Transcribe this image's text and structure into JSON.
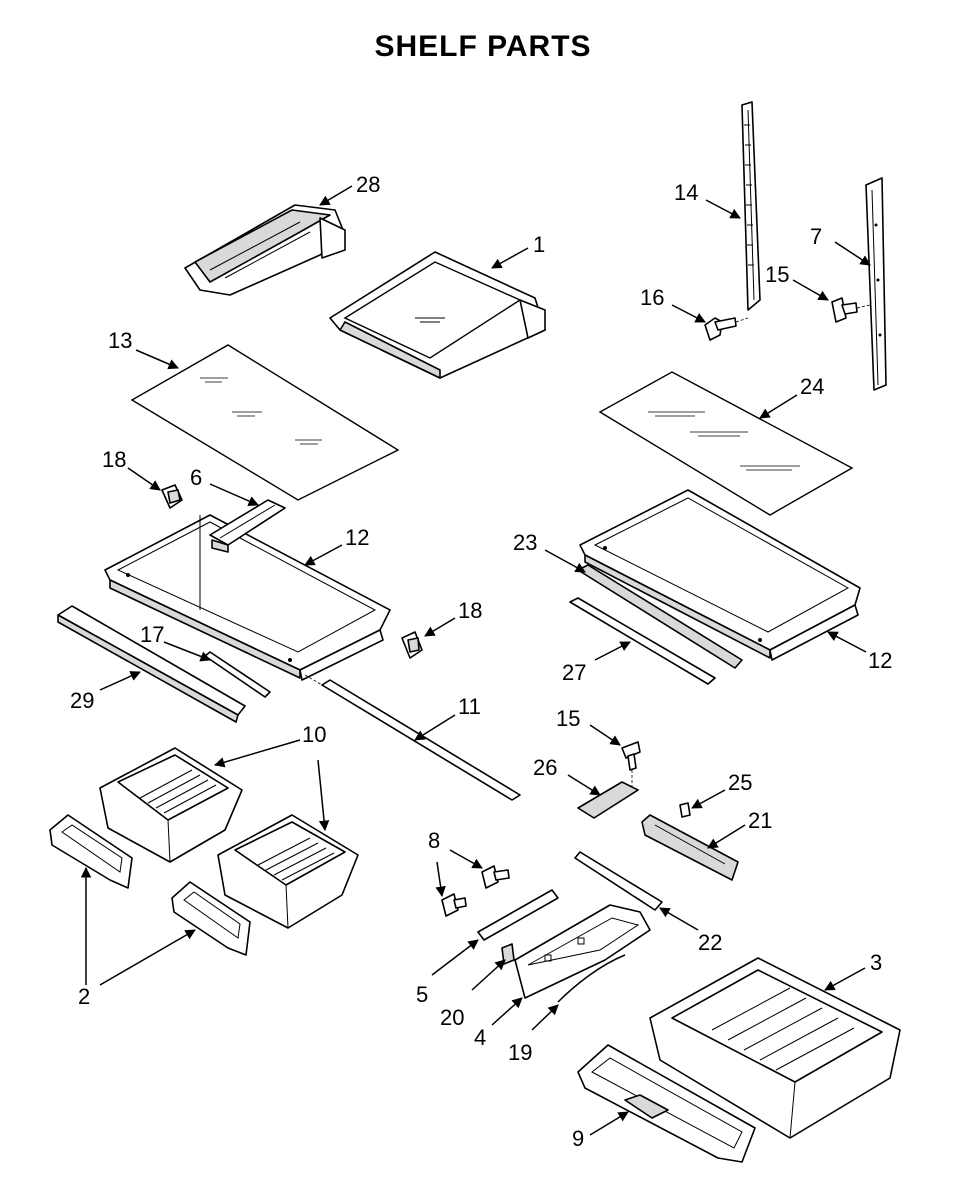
{
  "title": "SHELF PARTS",
  "labels": {
    "p1": "1",
    "p2": "2",
    "p3": "3",
    "p4": "4",
    "p5": "5",
    "p6": "6",
    "p7": "7",
    "p8": "8",
    "p9": "9",
    "p10": "10",
    "p11": "11",
    "p12a": "12",
    "p12b": "12",
    "p13": "13",
    "p14": "14",
    "p15a": "15",
    "p15b": "15",
    "p16": "16",
    "p17": "17",
    "p18a": "18",
    "p18b": "18",
    "p19": "19",
    "p20": "20",
    "p21": "21",
    "p22": "22",
    "p23": "23",
    "p24": "24",
    "p25": "25",
    "p26": "26",
    "p27": "27",
    "p28": "28",
    "p29": "29"
  }
}
